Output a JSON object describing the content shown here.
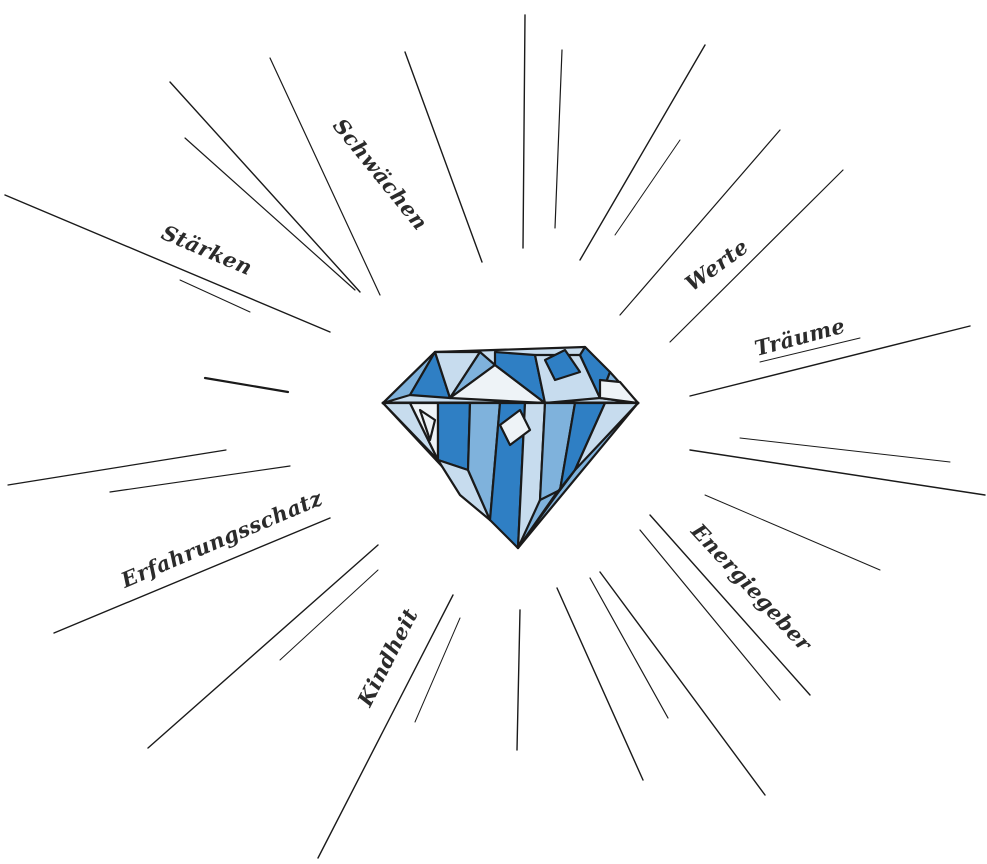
{
  "labels": {
    "staerken": "Stärken",
    "schwaechen": "Schwächen",
    "werte": "Werte",
    "traeume": "Träume",
    "energiegeber": "Energiegeber",
    "kindheit": "Kindheit",
    "erfahrungsschatz": "Erfahrungsschatz"
  },
  "colors": {
    "facet_dark": "#2f7fc4",
    "facet_mid": "#7fb2dc",
    "facet_light": "#c7dcee",
    "facet_white": "#eef3f7",
    "line": "#1a1a1a",
    "text": "#2b2b2b"
  }
}
